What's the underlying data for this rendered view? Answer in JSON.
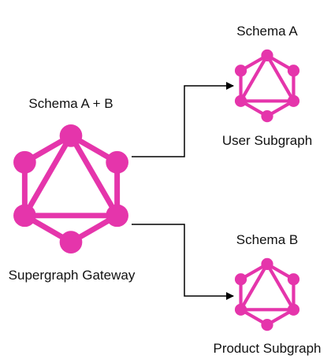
{
  "nodes": {
    "gateway": {
      "schema_label": "Schema A + B",
      "name_label": "Supergraph Gateway",
      "icon": "graphql-logo-icon"
    },
    "user_subgraph": {
      "schema_label": "Schema A",
      "name_label": "User Subgraph",
      "icon": "graphql-logo-icon"
    },
    "product_subgraph": {
      "schema_label": "Schema B",
      "name_label": "Product Subgraph",
      "icon": "graphql-logo-icon"
    }
  },
  "edges": [
    {
      "from": "gateway",
      "to": "user_subgraph"
    },
    {
      "from": "gateway",
      "to": "product_subgraph"
    }
  ],
  "colors": {
    "logo": "#E535AB",
    "connector": "#000000"
  }
}
